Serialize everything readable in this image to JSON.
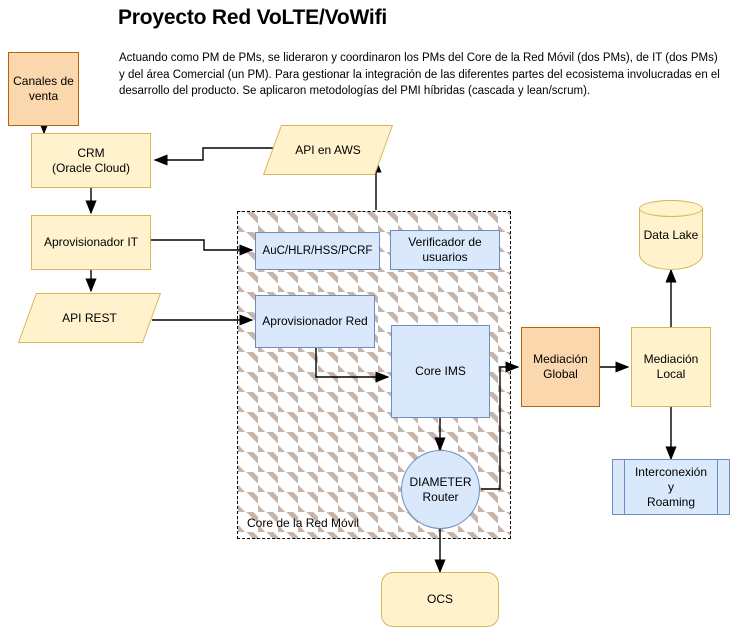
{
  "header": {
    "title": "Proyecto Red VoLTE/VoWifi",
    "description": "Actuando como PM de PMs, se lideraron y coordinaron los PMs del Core de la Red Móvil (dos PMs), de IT (dos PMs) y del área Comercial (un PM). Para gestionar la integración de las diferentes partes del ecosistema involucradas en el desarrollo del producto. Se aplicaron metodologías del PMI híbridas (cascada y lean/scrum)."
  },
  "palette": {
    "yellow_fill": "#fff2cc",
    "yellow_stroke": "#d6b656",
    "orange_fill": "#fad7ac",
    "orange_stroke": "#b46504",
    "blue_fill": "#dae8fc",
    "blue_stroke": "#6c8ebf",
    "line": "#000000",
    "hatch": "#96785f"
  },
  "group": {
    "core_label": "Core de la Red Móvil"
  },
  "nodes": {
    "canales_venta": {
      "label": "Canales de venta",
      "shape": "rectangle",
      "color": "orange"
    },
    "crm": {
      "label": "CRM\n(Oracle Cloud)",
      "line1": "CRM",
      "line2": "(Oracle Cloud)",
      "shape": "rectangle",
      "color": "yellow"
    },
    "aprovisionador_it": {
      "label": "Aprovisionador IT",
      "shape": "rectangle",
      "color": "yellow"
    },
    "api_rest": {
      "label": "API REST",
      "shape": "parallelogram",
      "color": "yellow"
    },
    "api_aws": {
      "label": "API en AWS",
      "shape": "parallelogram",
      "color": "yellow"
    },
    "auc_hlr": {
      "label": "AuC/HLR/HSS/PCRF",
      "shape": "rectangle",
      "color": "blue"
    },
    "verificador": {
      "label": "Verificador de usuarios",
      "shape": "rectangle",
      "color": "blue"
    },
    "aprovisionador_red": {
      "label": "Aprovisionador Red",
      "shape": "rectangle",
      "color": "blue"
    },
    "core_ims": {
      "label": "Core IMS",
      "shape": "rectangle",
      "color": "blue"
    },
    "diameter_router": {
      "label": "DIAMETER Router",
      "line1": "DIAMETER",
      "line2": "Router",
      "shape": "circle",
      "color": "blue"
    },
    "ocs": {
      "label": "OCS",
      "shape": "rounded-rectangle",
      "color": "yellow"
    },
    "mediacion_global": {
      "label": "Mediación Global",
      "line1": "Mediación",
      "line2": "Global",
      "shape": "rectangle",
      "color": "orange"
    },
    "mediacion_local": {
      "label": "Mediación Local",
      "line1": "Mediación",
      "line2": "Local",
      "shape": "rectangle",
      "color": "yellow"
    },
    "data_lake": {
      "label": "Data Lake",
      "shape": "cylinder",
      "color": "yellow"
    },
    "interconexion": {
      "label": "Interconexión y Roaming",
      "line1": "Interconexión",
      "line2": "y",
      "line3": "Roaming",
      "shape": "process",
      "color": "blue"
    }
  },
  "edges": [
    {
      "from": "canales_venta",
      "to": "crm"
    },
    {
      "from": "api_aws",
      "to": "crm"
    },
    {
      "from": "crm",
      "to": "aprovisionador_it"
    },
    {
      "from": "aprovisionador_it",
      "to": "api_rest"
    },
    {
      "from": "aprovisionador_it",
      "to": "auc_hlr"
    },
    {
      "from": "api_rest",
      "to": "aprovisionador_red"
    },
    {
      "from": "verificador",
      "to": "api_aws"
    },
    {
      "from": "aprovisionador_red",
      "to": "core_ims"
    },
    {
      "from": "core_ims",
      "to": "diameter_router"
    },
    {
      "from": "diameter_router",
      "to": "ocs"
    },
    {
      "from": "diameter_router",
      "to": "mediacion_global"
    },
    {
      "from": "mediacion_global",
      "to": "mediacion_local"
    },
    {
      "from": "mediacion_local",
      "to": "data_lake"
    },
    {
      "from": "mediacion_local",
      "to": "interconexion"
    }
  ]
}
